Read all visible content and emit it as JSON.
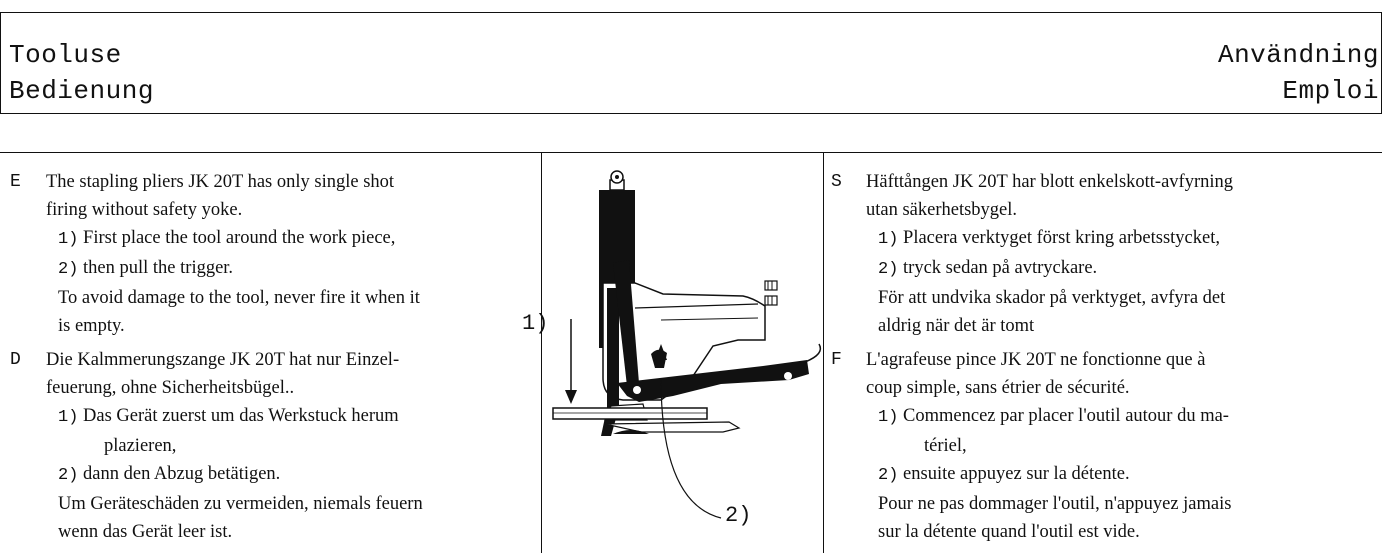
{
  "header": {
    "top_left": "Tooluse",
    "bottom_left": "Bedienung",
    "top_right": "Användning",
    "bottom_right": "Emploi"
  },
  "english": {
    "letter": "E",
    "l1": "The stapling pliers JK 20T has only single shot",
    "l2": "firing without safety yoke.",
    "s1n": "1)",
    "s1": "First place the tool around the work piece,",
    "s2n": "2)",
    "s2": "then pull the trigger.",
    "w1": "To avoid damage to the tool, never fire it when it",
    "w2": "is empty."
  },
  "german": {
    "letter": "D",
    "l1": "Die Kalmmerungszange JK 20T hat nur Einzel-",
    "l2": "feuerung, ohne Sicherheitsbügel..",
    "s1n": "1)",
    "s1a": "Das Gerät zuerst um das Werkstuck herum",
    "s1b": "plazieren,",
    "s2n": "2)",
    "s2": "dann den Abzug betätigen.",
    "w1": "Um Geräteschäden zu vermeiden, niemals feuern",
    "w2": "wenn das Gerät leer ist."
  },
  "swedish": {
    "letter": "S",
    "l1": "Häfttången JK 20T har blott enkelskott-avfyrning",
    "l2": "utan säkerhetsbygel.",
    "s1n": "1)",
    "s1": "Placera verktyget först kring arbetsstycket,",
    "s2n": "2)",
    "s2": "tryck sedan på avtryckare.",
    "w1": "För att undvika skador på verktyget, avfyra det",
    "w2": "aldrig när det är tomt"
  },
  "french": {
    "letter": "F",
    "l1": "L'agrafeuse pince JK 20T ne fonctionne que à",
    "l2": "coup simple, sans étrier de sécurité.",
    "s1n": "1)",
    "s1a": "Commencez par placer l'outil autour du ma-",
    "s1b": "tériel,",
    "s2n": "2)",
    "s2": "ensuite appuyez sur la détente.",
    "w1": "Pour ne pas dommager l'outil, n'appuyez jamais",
    "w2": "sur la détente quand l'outil est vide."
  },
  "figure": {
    "label1": "1)",
    "label2": "2)"
  }
}
